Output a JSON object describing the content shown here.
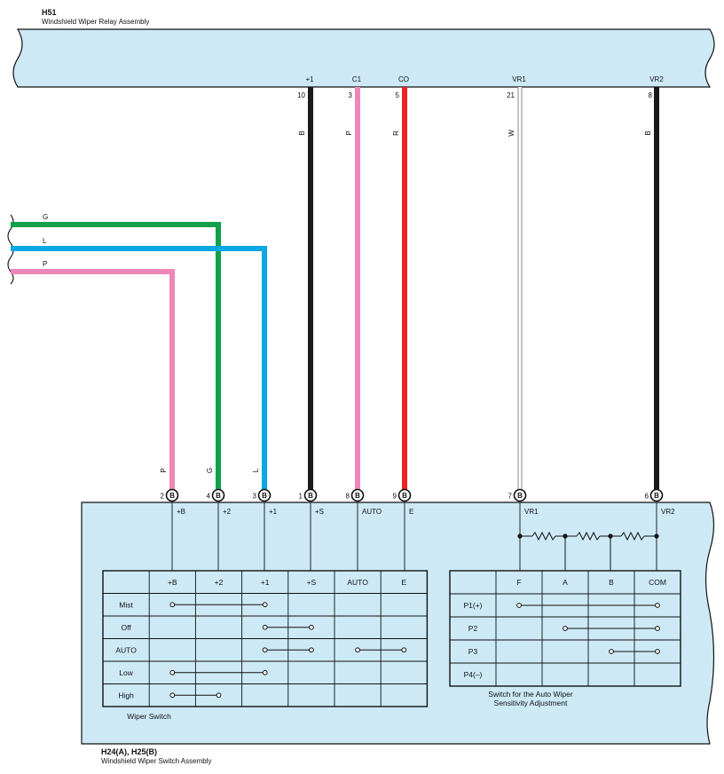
{
  "relay": {
    "code": "H51",
    "name": "Windshield Wiper Relay Assembly"
  },
  "switch_assembly": {
    "code": "H24(A), H25(B)",
    "name": "Windshield Wiper Switch Assembly"
  },
  "relay_pins": [
    {
      "name": "+1",
      "num": "10",
      "color": "B"
    },
    {
      "name": "C1",
      "num": "3",
      "color": "P"
    },
    {
      "name": "CO",
      "num": "5",
      "color": "R"
    },
    {
      "name": "VR1",
      "num": "21",
      "color": "W"
    },
    {
      "name": "VR2",
      "num": "8",
      "color": "B"
    }
  ],
  "left_wires": [
    "G",
    "L",
    "P"
  ],
  "switch_wire_colors": [
    "P",
    "G",
    "L"
  ],
  "switch_pins": [
    {
      "num": "2",
      "connector": "B",
      "name": "+B"
    },
    {
      "num": "4",
      "connector": "B",
      "name": "+2"
    },
    {
      "num": "3",
      "connector": "B",
      "name": "+1"
    },
    {
      "num": "1",
      "connector": "B",
      "name": "+S"
    },
    {
      "num": "8",
      "connector": "B",
      "name": "AUTO"
    },
    {
      "num": "9",
      "connector": "B",
      "name": "E"
    },
    {
      "num": "7",
      "connector": "B",
      "name": "VR1"
    },
    {
      "num": "6",
      "connector": "B",
      "name": "VR2"
    }
  ],
  "wiper_switch": {
    "label": "Wiper Switch",
    "columns": [
      "+B",
      "+2",
      "+1",
      "+S",
      "AUTO",
      "E"
    ],
    "rows": [
      "Mist",
      "Off",
      "AUTO",
      "Low",
      "High"
    ]
  },
  "sensitivity_switch": {
    "label_line1": "Switch for the Auto Wiper",
    "label_line2": "Sensitivity Adjustment",
    "columns": [
      "F",
      "A",
      "B",
      "COM"
    ],
    "rows": [
      "P1(+)",
      "P2",
      "P3",
      "P4(–)"
    ]
  },
  "colors": {
    "panel": "#cde9f6",
    "black": "#1a1a1a",
    "pink": "#ee86b8",
    "red": "#ee2227",
    "green": "#12a04a",
    "blue": "#0aa8e4"
  }
}
